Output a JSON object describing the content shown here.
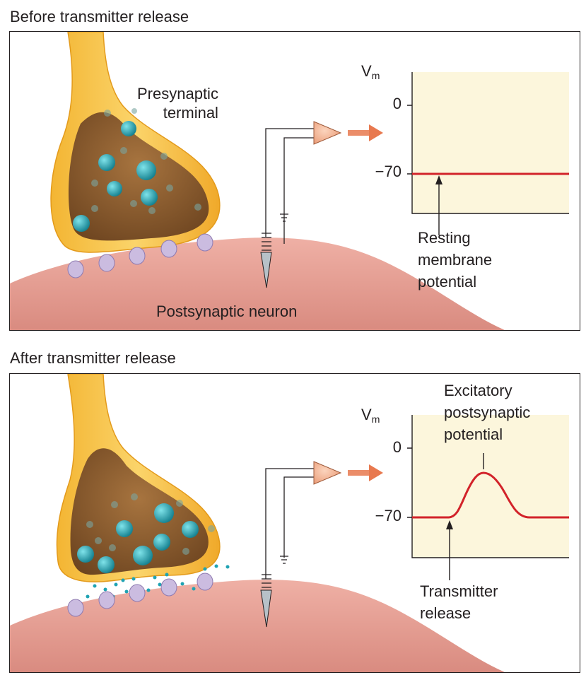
{
  "panels": [
    {
      "title": "Before transmitter release",
      "labels": {
        "presynaptic_line1": "Presynaptic",
        "presynaptic_line2": "terminal",
        "postsynaptic": "Postsynaptic neuron",
        "annotation_line1": "Resting",
        "annotation_line2": "membrane",
        "annotation_line3": "potential"
      },
      "axis": {
        "vm_label": "V",
        "vm_sub": "m",
        "tick_top": "0",
        "tick_bottom": "−70"
      }
    },
    {
      "title": "After transmitter release",
      "labels": {
        "peak_line1": "Excitatory",
        "peak_line2": "postsynaptic",
        "peak_line3": "potential",
        "annotation_line1": "Transmitter",
        "annotation_line2": "release"
      },
      "axis": {
        "vm_label": "V",
        "vm_sub": "m",
        "tick_top": "0",
        "tick_bottom": "−70"
      }
    }
  ],
  "colors": {
    "trace": "#d2232a",
    "plot_bg": "#fcf6dc",
    "neuron": "#e8a398",
    "terminal_outer": "#f5c23d",
    "terminal_inner": "#8a5a2c",
    "vesicle": "#1fa3b3",
    "receptor": "#c9b8dc",
    "amplifier": "#f0ae8e",
    "arrow": "#e8794f"
  }
}
